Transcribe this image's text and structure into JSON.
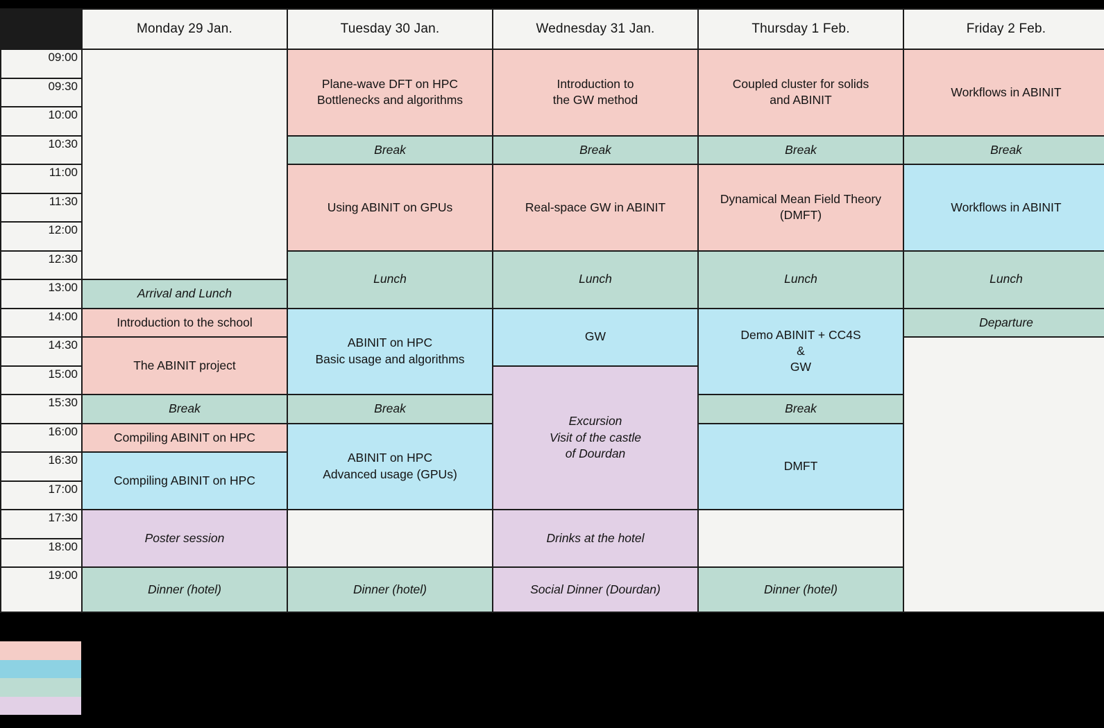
{
  "palette": {
    "pink": "#f5cdc7",
    "blue": "#bae7f4",
    "green": "#bcdcd2",
    "purple": "#e2d0e6",
    "legend_blue": "#8dd2e3",
    "cell_bg": "#f4f4f2"
  },
  "times": [
    "09:00",
    "09:30",
    "10:00",
    "10:30",
    "11:00",
    "11:30",
    "12:00",
    "12:30",
    "13:00",
    "14:00",
    "14:30",
    "15:00",
    "15:30",
    "16:00",
    "16:30",
    "17:00",
    "17:30",
    "18:00",
    "19:00"
  ],
  "columns": [
    {
      "header": "Monday 29 Jan.",
      "events": {
        "arrival_and_lunch": "Arrival  and Lunch",
        "intro_school": "Introduction to the school",
        "abinit_project": "The ABINIT project",
        "break_pm": "Break",
        "compiling_lecture": "Compiling ABINIT on HPC",
        "compiling_hands_on": "Compiling ABINIT on HPC",
        "poster_session": "Poster session",
        "dinner": "Dinner (hotel)"
      }
    },
    {
      "header": "Tuesday 30 Jan.",
      "events": {
        "plane_wave_dft": "Plane-wave DFT on HPC\nBottlenecks and algorithms",
        "break_am": "Break",
        "using_gpus": "Using ABINIT on GPUs",
        "lunch": "Lunch",
        "hpc_basic": "ABINIT on HPC\nBasic usage and algorithms",
        "break_pm": "Break",
        "hpc_advanced": "ABINIT on HPC\nAdvanced usage (GPUs)",
        "dinner": "Dinner (hotel)"
      }
    },
    {
      "header": "Wednesday 31 Jan.",
      "events": {
        "intro_gw": "Introduction to\nthe GW method",
        "break_am": "Break",
        "real_space_gw": "Real-space GW in ABINIT",
        "lunch": "Lunch",
        "gw_hands_on": "GW",
        "excursion": "Excursion\nVisit of the castle\nof Dourdan",
        "drinks": "Drinks at the hotel",
        "social_dinner": "Social Dinner (Dourdan)"
      }
    },
    {
      "header": "Thursday 1 Feb.",
      "events": {
        "coupled_cluster": "Coupled cluster for solids\nand ABINIT",
        "break_am": "Break",
        "dmft_lecture": "Dynamical Mean Field Theory\n(DMFT)",
        "lunch": "Lunch",
        "demo_cc4s_gw": "Demo ABINIT + CC4S\n&\nGW",
        "break_pm": "Break",
        "dmft_hands_on": "DMFT",
        "dinner": "Dinner (hotel)"
      }
    },
    {
      "header": "Friday 2 Feb.",
      "events": {
        "workflows_lecture": "Workflows in ABINIT",
        "break_am": "Break",
        "workflows_hands_on": "Workflows in ABINIT",
        "lunch": "Lunch",
        "departure": "Departure"
      }
    }
  ],
  "legend_swatch_colors": [
    "#f5cdc7",
    "#8dd2e3",
    "#bcdcd2",
    "#e2d0e6"
  ]
}
